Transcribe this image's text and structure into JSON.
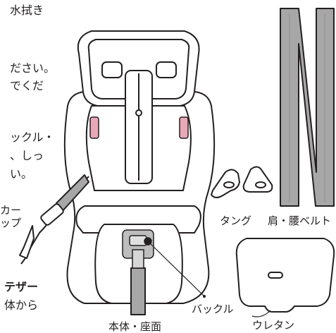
{
  "left_text": {
    "line1": "水拭き",
    "line2": "ださい。",
    "line3": "でくだ",
    "line4": "ックル・",
    "line5": "、しっ",
    "line6": "い。",
    "line7": "カー",
    "line8": "ップ",
    "line9": "テザー",
    "line10": "体から"
  },
  "labels": {
    "tongue": "タング",
    "shoulder_lap_belt": "肩・腰ベルト",
    "buckle": "バックル",
    "body_seat": "本体・座面",
    "urethane": "ウレタン"
  },
  "colors": {
    "belt": "#a7a7a8",
    "pink": "#e8a8b8",
    "line": "#231f20",
    "buckle_gray": "#bdbdbd"
  }
}
